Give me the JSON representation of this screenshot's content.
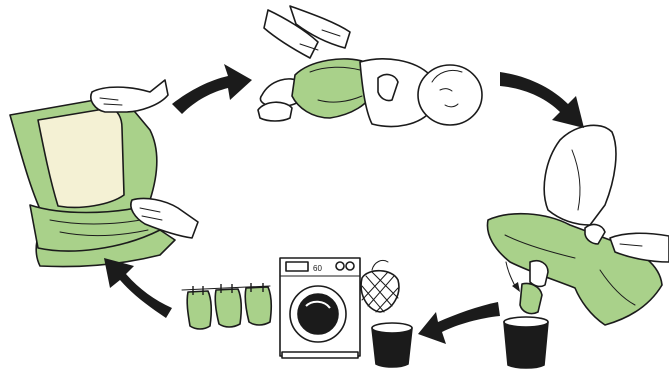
{
  "colors": {
    "diaper_green": "#a9d18a",
    "diaper_green_dark": "#8fbf6d",
    "insert_cream": "#f4f1d4",
    "skin": "#ffffff",
    "ink": "#1b1b1b",
    "arrow": "#1b1b1b",
    "background": "#ffffff"
  },
  "steps": [
    {
      "name": "insert-liner",
      "icon": "open-diaper-with-insert-icon"
    },
    {
      "name": "put-on-baby",
      "icon": "baby-being-diapered-icon"
    },
    {
      "name": "remove-soiled-diaper",
      "icon": "diaper-removal-icon"
    },
    {
      "name": "dispose-in-pail",
      "icon": "diaper-pail-icon"
    },
    {
      "name": "machine-wash",
      "icon": "washing-machine-icon"
    },
    {
      "name": "line-dry",
      "icon": "clothesline-diapers-icon"
    }
  ],
  "arrows": [
    {
      "from": "insert-liner",
      "to": "put-on-baby"
    },
    {
      "from": "put-on-baby",
      "to": "remove-soiled-diaper"
    },
    {
      "from": "remove-soiled-diaper",
      "to": "dispose-in-pail"
    },
    {
      "from": "dispose-in-pail",
      "to": "machine-wash"
    },
    {
      "from": "line-dry",
      "to": "insert-liner"
    }
  ],
  "washer_display": "60"
}
